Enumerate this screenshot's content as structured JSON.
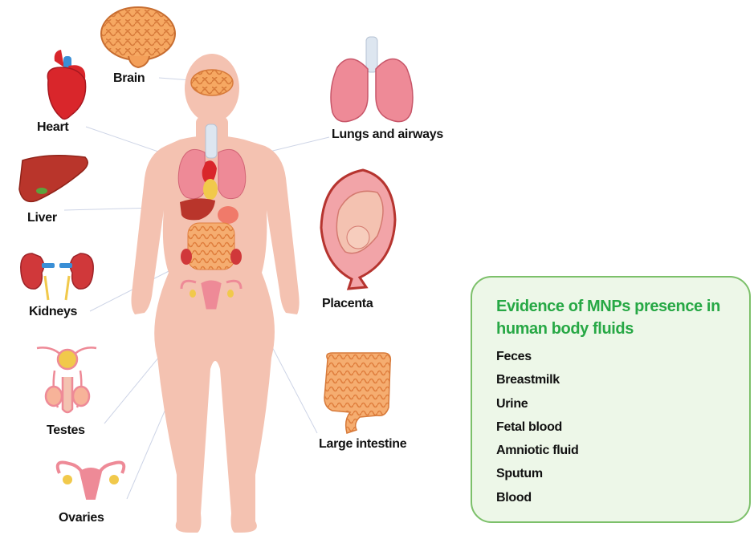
{
  "organs": {
    "brain": "Brain",
    "heart": "Heart",
    "liver": "Liver",
    "kidneys": "Kidneys",
    "testes": "Testes",
    "ovaries": "Ovaries",
    "lungs": "Lungs and airways",
    "placenta": "Placenta",
    "intestine": "Large intestine"
  },
  "fluids_box": {
    "title": "Evidence of MNPs presence in human body fluids",
    "items": [
      "Feces",
      "Breastmilk",
      "Urine",
      "Fetal blood",
      "Amniotic fluid",
      "Sputum",
      "Blood"
    ]
  },
  "colors": {
    "body": "#f4c2b1",
    "organ_pink": "#ee8a97",
    "organ_orange": "#f3a66a",
    "heart_red": "#d9262b",
    "liver_red": "#b9352b",
    "vessel_blue": "#3a8fd6",
    "box_border": "#7cc06a",
    "box_fill": "#edf7e8",
    "title_green": "#27a845"
  }
}
